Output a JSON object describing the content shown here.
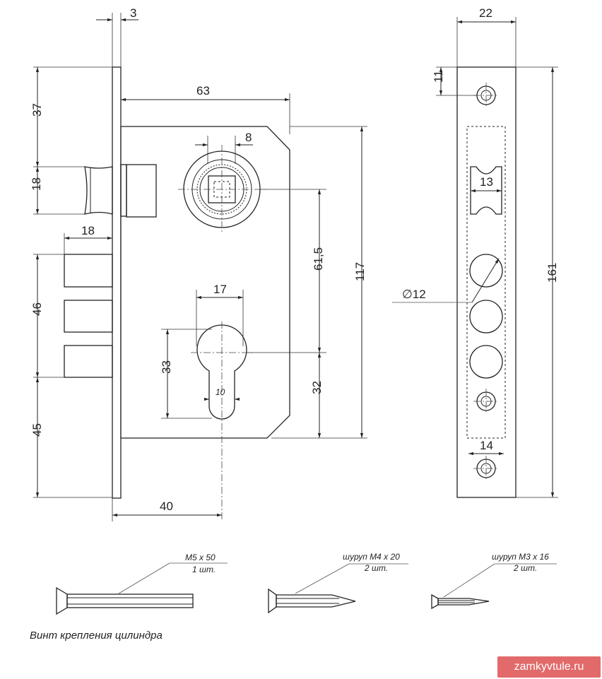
{
  "dimensions": {
    "faceplate_thickness": "3",
    "body_depth": "63",
    "top_to_latch": "37",
    "latch_height": "18",
    "bolt_projection": "18",
    "bolt_span": "46",
    "bottom_offset": "45",
    "spindle_square": "8",
    "center_distance": "61,5",
    "body_height": "117",
    "cylinder_width": "17",
    "cylinder_height": "33",
    "cylinder_slot": "10",
    "cylinder_to_bottom": "32",
    "backset": "40",
    "strike_width": "22",
    "strike_hole_offset": "11",
    "latch_window": "13",
    "bolt_hole_diameter": "∅12",
    "strike_height": "161",
    "lower_window": "14"
  },
  "screws": [
    {
      "spec": "M5 x 50",
      "qty": "1 шт."
    },
    {
      "spec": "шуруп М4 х 20",
      "qty": "2 шт."
    },
    {
      "spec": "шуруп М3 х 16",
      "qty": "2 шт."
    }
  ],
  "caption": "Винт крепления цилиндра",
  "watermark": "zamkyvtule.ru"
}
